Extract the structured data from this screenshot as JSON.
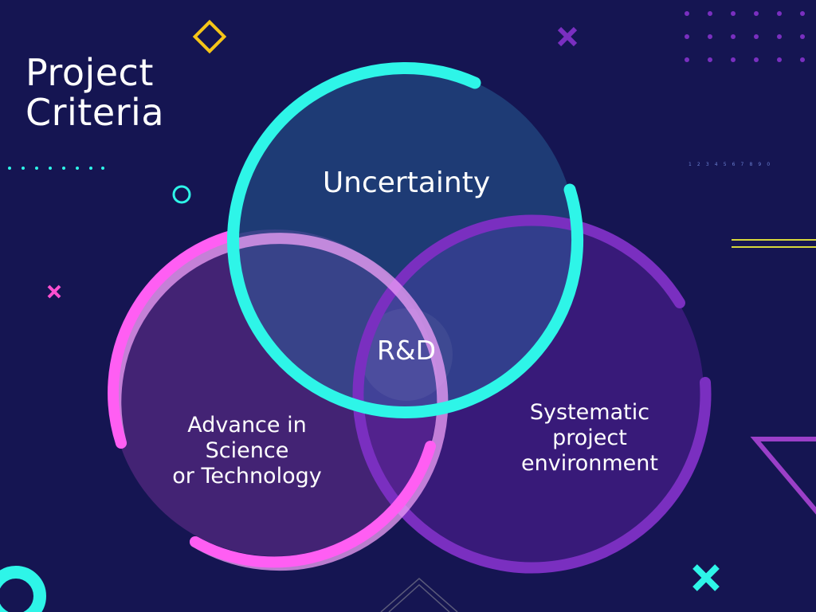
{
  "title": {
    "line1": "Project",
    "line2": "Criteria"
  },
  "venn": {
    "center": "R&D",
    "sets": [
      {
        "label": "Uncertainty",
        "lines": [
          "Uncertainty"
        ],
        "color": "#2ef5e8"
      },
      {
        "label": "Advance in Science or Technology",
        "lines": [
          "Advance in",
          "Science",
          "or Technology"
        ],
        "color": "#ff5ef3"
      },
      {
        "label": "Systematic project environment",
        "lines": [
          "Systematic",
          "project",
          "environment"
        ],
        "color": "#8a2cc4"
      }
    ]
  },
  "decor": {
    "tick_numbers": "1 2 3 4 5 6 7 8 9 0"
  },
  "colors": {
    "background": "#151552",
    "accent_yellow": "#f5c518",
    "accent_purple": "#7a2fc0",
    "accent_pink": "#ff4fd0",
    "accent_cyan": "#2ef5e8"
  },
  "icons": [
    "diamond-outline-icon",
    "x-mark-icon",
    "ring-icon",
    "triangle-outline-icon"
  ]
}
